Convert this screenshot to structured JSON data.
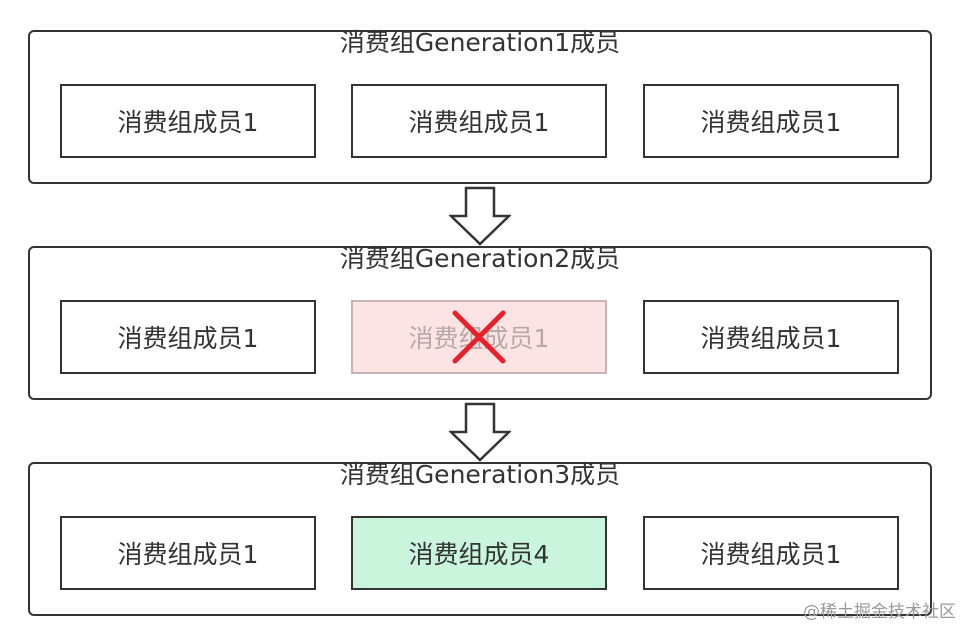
{
  "groups": [
    {
      "title": "消费组Generation1成员",
      "members": [
        {
          "label": "消费组成员1",
          "state": "normal"
        },
        {
          "label": "消费组成员1",
          "state": "normal"
        },
        {
          "label": "消费组成员1",
          "state": "normal"
        }
      ]
    },
    {
      "title": "消费组Generation2成员",
      "members": [
        {
          "label": "消费组成员1",
          "state": "normal"
        },
        {
          "label": "消费组成员1",
          "state": "removed"
        },
        {
          "label": "消费组成员1",
          "state": "normal"
        }
      ]
    },
    {
      "title": "消费组Generation3成员",
      "members": [
        {
          "label": "消费组成员1",
          "state": "normal"
        },
        {
          "label": "消费组成员4",
          "state": "added"
        },
        {
          "label": "消费组成员1",
          "state": "normal"
        }
      ]
    }
  ],
  "icons": {
    "arrow": "down-arrow-icon",
    "removed": "red-x-icon"
  },
  "colors": {
    "border": "#333333",
    "removed_fill": "#fde4e4",
    "added_fill": "#c9f5dc",
    "x_mark": "#e8202a"
  },
  "watermark": "@稀土掘金技术社区"
}
